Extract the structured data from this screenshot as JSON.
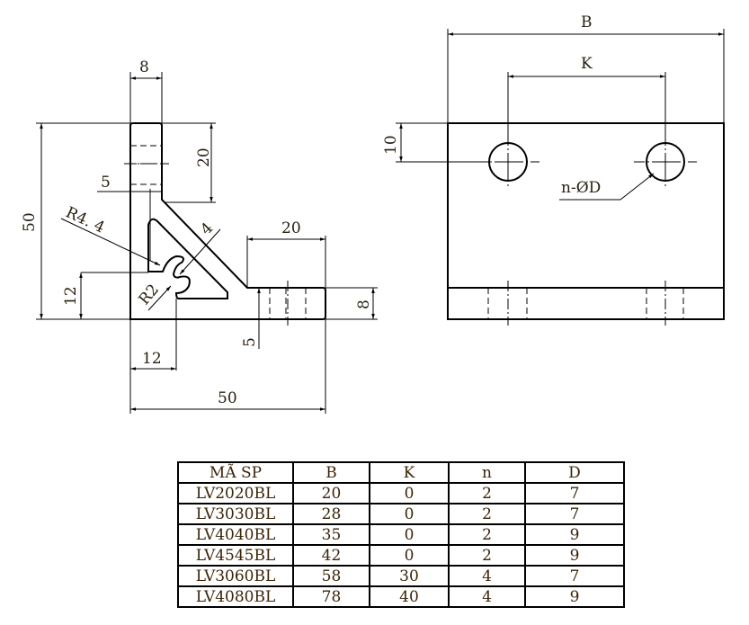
{
  "side_view": {
    "dims": {
      "top_width": "8",
      "height_total": "50",
      "upper_slot": "20",
      "offset": "5",
      "radius_large": "R4. 4",
      "thickness": "4",
      "radius_small": "R2",
      "right_slot": "20",
      "foot_height": "12",
      "foot_thickness": "8",
      "lower_offset": "5",
      "left_offset": "12",
      "width_total": "50"
    }
  },
  "front_view": {
    "dims": {
      "width": "B",
      "hole_spacing": "K",
      "hole_height": "10",
      "hole_callout": "n-ØD"
    }
  },
  "spec_table": {
    "headers": [
      "MÃ SP",
      "B",
      "K",
      "n",
      "D"
    ],
    "rows": [
      [
        "LV2020BL",
        "20",
        "0",
        "2",
        "7"
      ],
      [
        "LV3030BL",
        "28",
        "0",
        "2",
        "7"
      ],
      [
        "LV4040BL",
        "35",
        "0",
        "2",
        "9"
      ],
      [
        "LV4545BL",
        "42",
        "0",
        "2",
        "9"
      ],
      [
        "LV3060BL",
        "58",
        "30",
        "4",
        "7"
      ],
      [
        "LV4080BL",
        "78",
        "40",
        "4",
        "9"
      ]
    ]
  }
}
